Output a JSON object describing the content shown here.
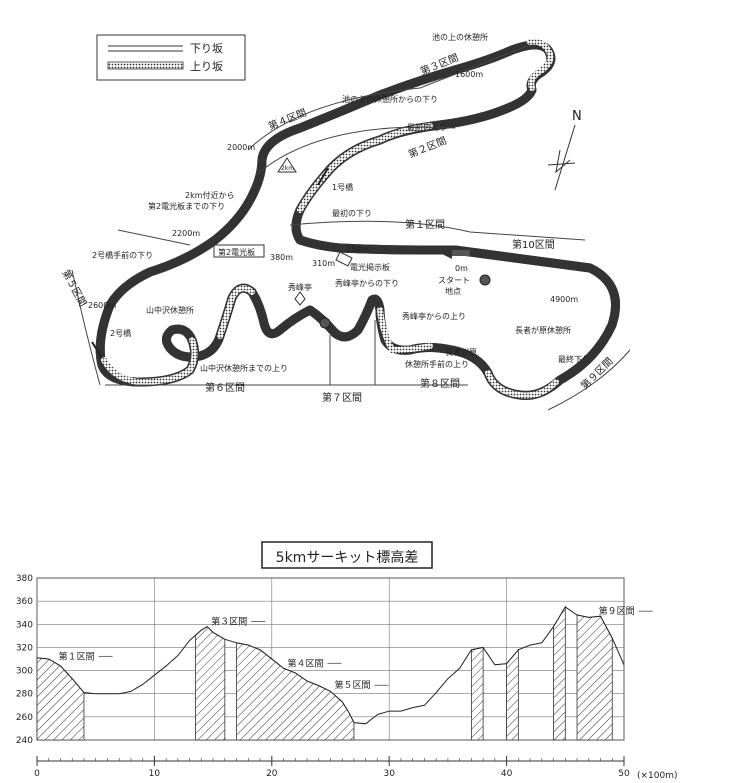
{
  "legend": {
    "down_label": "下り坂",
    "up_label": "上り坂"
  },
  "compass": {
    "north": "N"
  },
  "sections": {
    "s1": "第１区間",
    "s2": "第２区間",
    "s3": "第３区間",
    "s4": "第４区間",
    "s5": "第５区間",
    "s6": "第６区間",
    "s7": "第７区間",
    "s8": "第８区間",
    "s9": "第９区間",
    "s10": "第10区間"
  },
  "labels": {
    "ike_rest": "池の上の休憩所",
    "ike_down": "池の上の休憩所からの下り",
    "first_up": "最初の上り",
    "first_down": "最初の下り",
    "near2km_1": "2km付近から",
    "near2km_2": "第2電光板までの下り",
    "bridge2_down": "2号橋手前の下り",
    "bridge1": "1号橋",
    "bridge2": "2号橋",
    "panel2": "第2電光板",
    "panel_sign": "電光掲示板",
    "start_1": "スタート",
    "start_2": "地点",
    "shuho": "秀峰亭",
    "shuho_down": "秀峰亭からの下り",
    "shuho_up": "秀峰亭からの上り",
    "yamanaka": "山中沢休憩所",
    "yamanaka_up": "山中沢休憩所までの上り",
    "choja_rest": "長者が原休憩所",
    "choja_up_1": "長者が原",
    "choja_up_2": "休憩所手前の上り",
    "last_down": "最終下り",
    "km_mark": "2km"
  },
  "distances": {
    "d0": "0m",
    "d250": "250m",
    "d310": "310m",
    "d380": "380m",
    "d1600": "1600m",
    "d2000": "2000m",
    "d2200": "2200m",
    "d2600": "2600m",
    "d4900": "4900m"
  },
  "chart_data": {
    "type": "area",
    "title": "5kmサーキット標高差",
    "x_unit": "(×100m)",
    "xlim": [
      0,
      50
    ],
    "ylim": [
      240,
      380
    ],
    "x_ticks": [
      0,
      10,
      20,
      30,
      40,
      50
    ],
    "y_ticks": [
      240,
      260,
      280,
      300,
      320,
      340,
      360,
      380
    ],
    "profile": [
      [
        0,
        311
      ],
      [
        1,
        310
      ],
      [
        2,
        304
      ],
      [
        3,
        293
      ],
      [
        4,
        281
      ],
      [
        5,
        280
      ],
      [
        6,
        280
      ],
      [
        7,
        280
      ],
      [
        8,
        282
      ],
      [
        9,
        288
      ],
      [
        10,
        296
      ],
      [
        11,
        304
      ],
      [
        12,
        313
      ],
      [
        13,
        326
      ],
      [
        14,
        335
      ],
      [
        14.5,
        338
      ],
      [
        15,
        333
      ],
      [
        16,
        327
      ],
      [
        17,
        324
      ],
      [
        18,
        322
      ],
      [
        19,
        318
      ],
      [
        20,
        310
      ],
      [
        21,
        302
      ],
      [
        22,
        298
      ],
      [
        23,
        291
      ],
      [
        24,
        287
      ],
      [
        25,
        282
      ],
      [
        26,
        273
      ],
      [
        26.5,
        265
      ],
      [
        27,
        255
      ],
      [
        28,
        254
      ],
      [
        29,
        262
      ],
      [
        30,
        265
      ],
      [
        31,
        265
      ],
      [
        32,
        268
      ],
      [
        33,
        270
      ],
      [
        34,
        281
      ],
      [
        35,
        293
      ],
      [
        36,
        302
      ],
      [
        37,
        318
      ],
      [
        38,
        320
      ],
      [
        39,
        305
      ],
      [
        40,
        306
      ],
      [
        41,
        318
      ],
      [
        42,
        322
      ],
      [
        43,
        324
      ],
      [
        44,
        338
      ],
      [
        45,
        355
      ],
      [
        46,
        348
      ],
      [
        47,
        346
      ],
      [
        48,
        347
      ],
      [
        49,
        328
      ],
      [
        50,
        305
      ]
    ],
    "shaded_uphill": [
      [
        0,
        4
      ],
      [
        13.5,
        16
      ],
      [
        17,
        27
      ],
      [
        37,
        38
      ],
      [
        40,
        41
      ],
      [
        44,
        45
      ],
      [
        46,
        49
      ]
    ],
    "annotations": [
      {
        "text": "第１区間",
        "x": 1.5,
        "y": 308
      },
      {
        "text": "第３区間",
        "x": 14.5,
        "y": 338
      },
      {
        "text": "第４区間",
        "x": 21,
        "y": 302
      },
      {
        "text": "第５区間",
        "x": 25,
        "y": 283
      },
      {
        "text": "第９区間",
        "x": 47.5,
        "y": 347
      }
    ]
  }
}
